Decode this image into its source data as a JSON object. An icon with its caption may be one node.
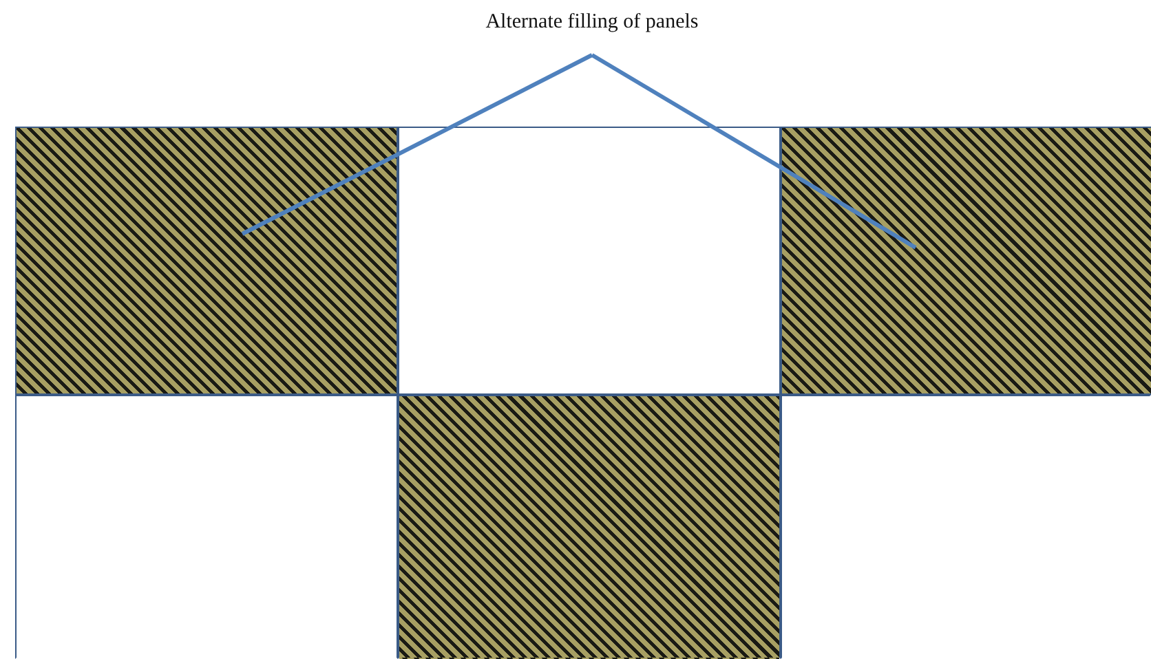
{
  "diagram": {
    "nodes": [
      {
        "text": [
          "Alternate filling of panels"
        ]
      },
      {
        "text": [],
        "shape": "box"
      },
      {
        "text": [],
        "shape": "box"
      },
      {
        "text": [],
        "shape": "box"
      },
      {
        "text": [],
        "shape": "box"
      },
      {
        "text": [],
        "shape": "box"
      },
      {
        "text": [],
        "shape": "box"
      }
    ],
    "edges": [
      {
        "from": 0,
        "to": 1,
        "arrow": "none"
      },
      {
        "from": 0,
        "to": 3,
        "arrow": "none"
      }
    ]
  }
}
